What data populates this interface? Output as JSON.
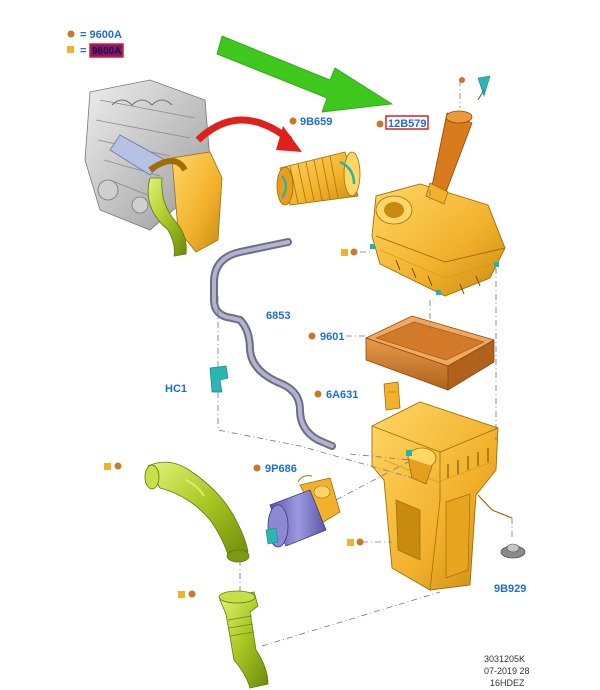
{
  "legend": {
    "items": [
      {
        "marker": "circle",
        "text": "= 9600A",
        "color": "#c9782a"
      },
      {
        "marker": "square",
        "text": "= 9600A",
        "color": "#f2b12c",
        "highlighted": true
      }
    ]
  },
  "callouts": {
    "hose_9b659": "9B659",
    "sensor_12b579": "12B579",
    "tube_6853": "6853",
    "filter_9601": "9601",
    "clip_hc1": "HC1",
    "seal_6a631": "6A631",
    "valve_9p686": "9P686",
    "grommet_9b929": "9B929"
  },
  "footer": {
    "line1": "3031205K",
    "line2": "07-2019 28",
    "line3": "16HDEZ"
  },
  "colors": {
    "housing": "#f2b12c",
    "housing_dark": "#c98a10",
    "filter": "#d4822e",
    "duct": "#a9c722",
    "duct_dark": "#7d9a10",
    "tube": "#8e8ea6",
    "motor": "#7b78c6",
    "arrow_green": "#3ec81e",
    "arrow_red": "#e0201a",
    "label": "#1f6fd1",
    "highlight_box": "#e02020"
  }
}
